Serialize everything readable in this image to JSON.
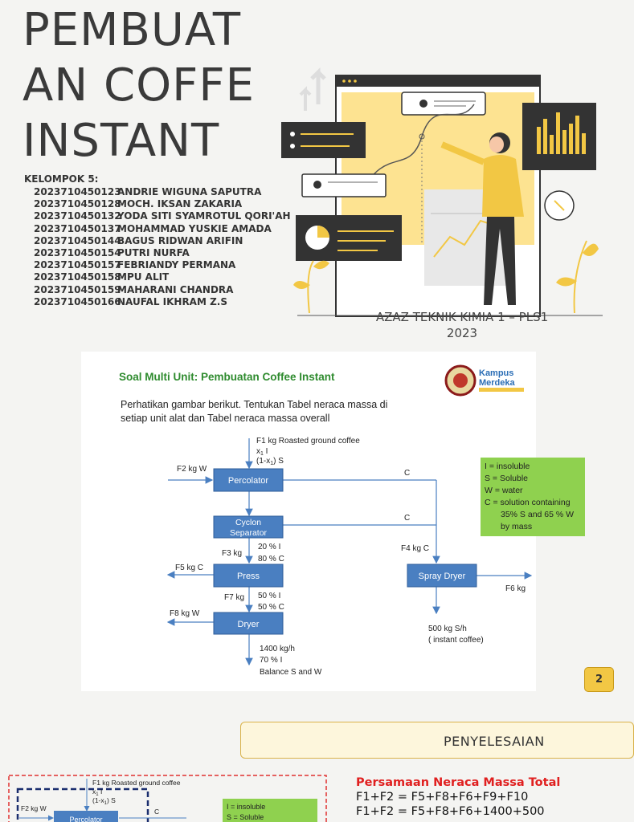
{
  "slide1": {
    "title_lines": [
      "PEMBUAT",
      "AN COFFE",
      "INSTANT"
    ],
    "group_label": "KELOMPOK 5:",
    "members": [
      {
        "nim": "2023710450123",
        "name": "ANDRIE WIGUNA SAPUTRA"
      },
      {
        "nim": "2023710450128",
        "name": "MOCH. IKSAN ZAKARIA"
      },
      {
        "nim": "2023710450132",
        "name": "YODA SITI SYAMROTUL QORI'AH"
      },
      {
        "nim": "2023710450137",
        "name": "MOHAMMAD YUSKIE AMADA"
      },
      {
        "nim": "2023710450144",
        "name": "BAGUS RIDWAN ARIFIN"
      },
      {
        "nim": "2023710450154",
        "name": "PUTRI NURFA"
      },
      {
        "nim": "2023710450157",
        "name": "FEBRIANDY PERMANA"
      },
      {
        "nim": "2023710450158",
        "name": "MPU ALIT"
      },
      {
        "nim": "2023710450159",
        "name": "MAHARANI CHANDRA"
      },
      {
        "nim": "2023710450166",
        "name": "NAUFAL IKHRAM Z.S"
      }
    ],
    "footer_line1": "AZAZ TEKNIK KIMIA 1 – PLS1",
    "footer_line2": "2023"
  },
  "slide2": {
    "title": "Soal Multi Unit: Pembuatan Coffee Instant",
    "question_line1": "Perhatikan gambar berikut. Tentukan Tabel neraca massa di",
    "question_line2": "setiap unit alat dan Tabel neraca massa overall",
    "logo_text_line1": "Kampus",
    "logo_text_line2": "Merdeka",
    "page_number": "2",
    "flow": {
      "units": {
        "percolator": "Percolator",
        "cyclon_line1": "Cyclon",
        "cyclon_line2": "Separator",
        "press": "Press",
        "dryer": "Dryer",
        "spray_dryer": "Spray Dryer"
      },
      "streams": {
        "f1": "F1 kg Roasted ground coffee",
        "x1": "x",
        "x1_sub": "1",
        "x1_rest": " I",
        "x1s": "(1-x",
        "x1s_sub": "1",
        "x1s_rest": ") S",
        "f2": "F2 kg W",
        "c1": "C",
        "c2": "C",
        "f3": "F3 kg",
        "f3_i": "20 % I",
        "f3_c": "80 % C",
        "f4": "F4 kg C",
        "f5": "F5 kg C",
        "f6": "F6 kg",
        "f7": "F7 kg",
        "f7_i": "50 % I",
        "f7_c": "50 % C",
        "f8": "F8 kg W",
        "out1": "500 kg S/h",
        "out2": "( instant coffee)",
        "bottom1": "1400 kg/h",
        "bottom2": "70 % I",
        "bottom3": "Balance S and W"
      },
      "legend": [
        "I = insoluble",
        "S = Soluble",
        "W = water",
        "C = solution containing",
        "35% S and 65 % W",
        "by mass"
      ]
    }
  },
  "slide3": {
    "header": "PENYELESAIAN",
    "eq_title": "Persamaan Neraca Massa Total",
    "eq_line1": "F1+F2 = F5+F8+F6+F9+F10",
    "eq_line2": "F1+F2 = F5+F8+F6+1400+500",
    "small_flow": {
      "f1": "F1 kg Roasted ground coffee",
      "x1": "x",
      "x1_sub": "1",
      "x1_rest": " I",
      "x1s": "(1-x",
      "x1s_sub": "1",
      "x1s_rest": ") S",
      "f2": "F2 kg W",
      "c": "C",
      "percolator": "Percolator",
      "legend1": "I = insoluble",
      "legend2": "S = Soluble"
    }
  },
  "colors": {
    "unit_box": "#4a7fc1",
    "legend_green": "#8fd14f",
    "title_green": "#2e8b2e",
    "accent_yellow": "#f2c744",
    "eq_red": "#e02020"
  }
}
